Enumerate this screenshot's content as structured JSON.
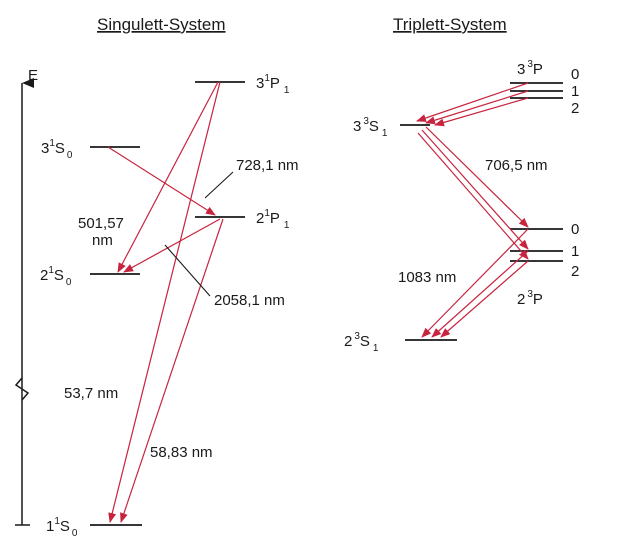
{
  "titles": {
    "singlet": "Singulett-System",
    "triplet": "Triplett-System"
  },
  "axis_label": "E",
  "singlet_levels": {
    "s3": {
      "n": "3",
      "mult": "1",
      "L": "S",
      "J": "0"
    },
    "s2": {
      "n": "2",
      "mult": "1",
      "L": "S",
      "J": "0"
    },
    "s1": {
      "n": "1",
      "mult": "1",
      "L": "S",
      "J": "0"
    },
    "p3": {
      "n": "3",
      "mult": "1",
      "L": "P",
      "J": "1"
    },
    "p2": {
      "n": "2",
      "mult": "1",
      "L": "P",
      "J": "1"
    }
  },
  "triplet_levels": {
    "s3": {
      "n": "3",
      "mult": "3",
      "L": "S",
      "J": "1"
    },
    "s2": {
      "n": "2",
      "mult": "3",
      "L": "S",
      "J": "1"
    },
    "p3": {
      "n": "3",
      "mult": "3",
      "L": "P",
      "j": [
        "0",
        "1",
        "2"
      ]
    },
    "p2": {
      "n": "2",
      "mult": "3",
      "L": "P",
      "j": [
        "0",
        "1",
        "2"
      ]
    }
  },
  "wavelengths": {
    "w728": "728,1 nm",
    "w501a": "501,57",
    "w501b": "nm",
    "w2058": "2058,1 nm",
    "w537": "53,7 nm",
    "w5883": "58,83 nm",
    "w7065": "706,5 nm",
    "w1083": "1083 nm"
  },
  "colors": {
    "transition": "#c8243f",
    "level": "#1a1a1a"
  }
}
